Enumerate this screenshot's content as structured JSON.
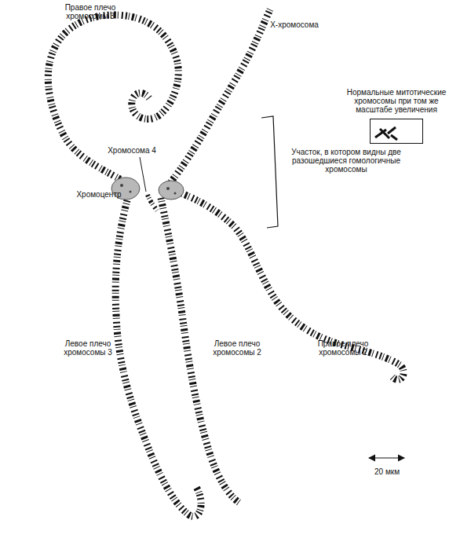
{
  "diagram": {
    "nodes": [
      {
        "text": [
          "Нормальные митотические хромосомы при том же масштабе увеличения"
        ]
      }
    ],
    "labels": [
      "Правое плечо хромосомы 3",
      "X-хромосома",
      "Хромосома 4",
      "Хромоцентр",
      "Участок, в котором видны две разошедшиеся гомологичные хромосомы",
      "Левое плечо хромосомы 3",
      "Левое плечо хромосомы 2",
      "Правое плечо хромосомы 2",
      "20 мкм"
    ]
  }
}
